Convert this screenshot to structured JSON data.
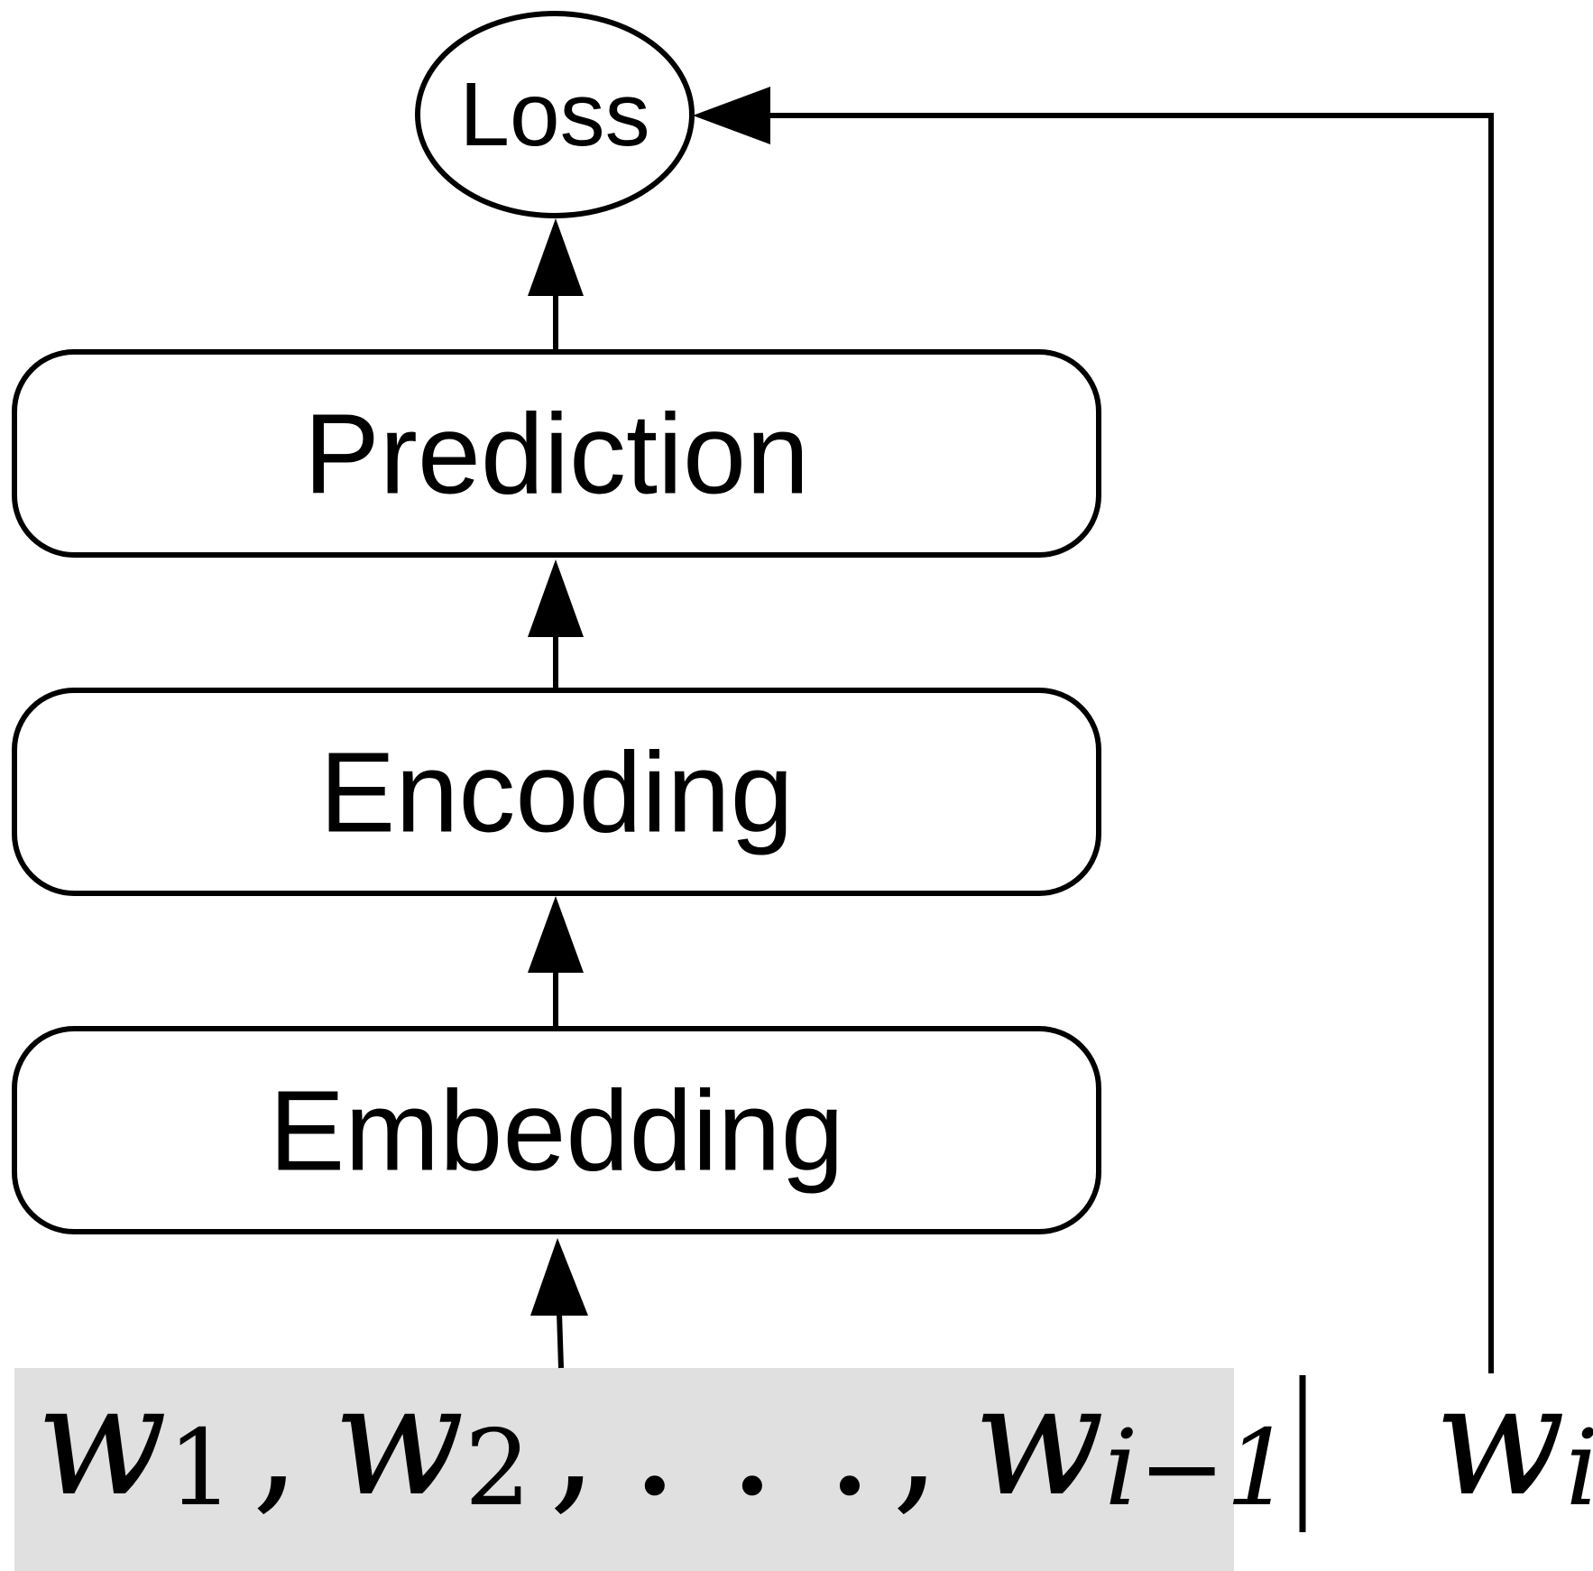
{
  "diagram": {
    "colors": {
      "stroke": "#000000",
      "context_background": "#e0e0e0",
      "background": "#ffffff"
    },
    "nodes": {
      "loss": {
        "label": "Loss",
        "shape": "ellipse"
      },
      "prediction": {
        "label": "Prediction",
        "shape": "rounded-rect"
      },
      "encoding": {
        "label": "Encoding",
        "shape": "rounded-rect"
      },
      "embedding": {
        "label": "Embedding",
        "shape": "rounded-rect"
      }
    },
    "context": {
      "tokens": [
        {
          "symbol": "w",
          "subscript": "1"
        },
        {
          "symbol": "w",
          "subscript": "2"
        },
        {
          "symbol": "w",
          "subscript": "i−1"
        }
      ],
      "ellipsis": ". . .",
      "comma": ","
    },
    "separator": "|",
    "target": {
      "symbol": "w",
      "subscript": "i"
    },
    "edges": [
      {
        "from": "context",
        "to": "embedding"
      },
      {
        "from": "embedding",
        "to": "encoding"
      },
      {
        "from": "encoding",
        "to": "prediction"
      },
      {
        "from": "prediction",
        "to": "loss"
      },
      {
        "from": "target",
        "to": "loss"
      }
    ]
  }
}
